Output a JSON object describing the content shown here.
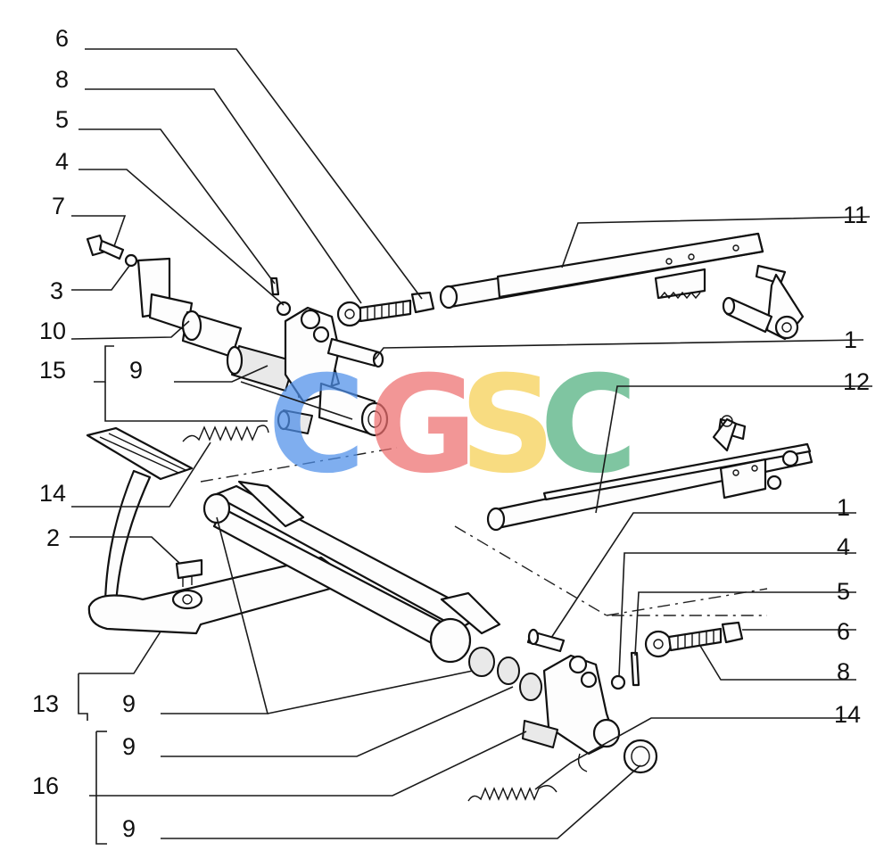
{
  "labels": {
    "l6_top": "6",
    "l8_top": "8",
    "l5_top": "5",
    "l4_top": "4",
    "l7": "7",
    "l3": "3",
    "l10": "10",
    "l15": "15",
    "l9_a": "9",
    "l14_top": "14",
    "l2": "2",
    "l13": "13",
    "l9_b": "9",
    "l9_c": "9",
    "l16": "16",
    "l9_d": "9",
    "l11": "11",
    "l1_top": "1",
    "l12": "12",
    "l1_mid": "1",
    "l4_right": "4",
    "l5_right": "5",
    "l6_right": "6",
    "l8_right": "8",
    "l14_right": "14"
  },
  "watermark": {
    "letters": [
      "C",
      "G",
      "S",
      "C"
    ],
    "colors": [
      "#4e8fea",
      "#ee6f6f",
      "#f6cf52",
      "#4fb07d"
    ]
  }
}
